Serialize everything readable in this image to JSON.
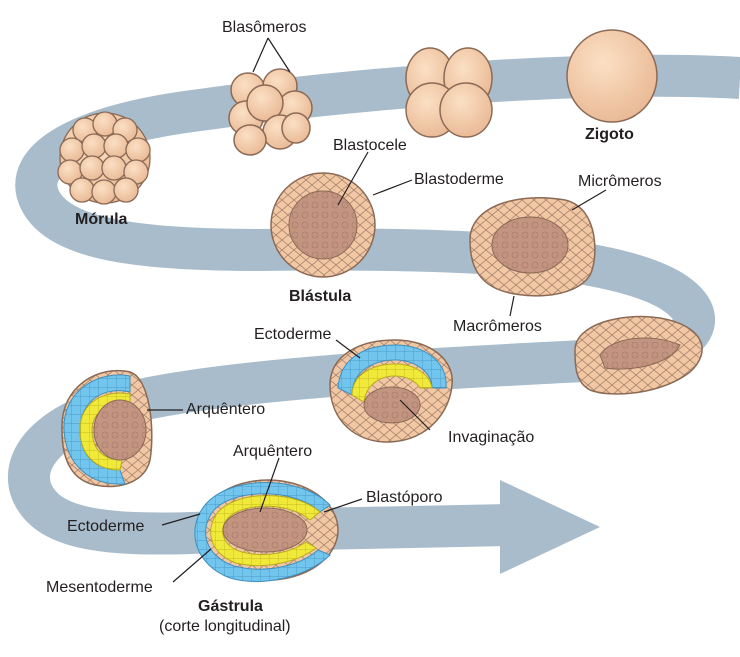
{
  "labels": {
    "blastomeros": "Blasômeros",
    "zigoto": "Zigoto",
    "morula": "Mórula",
    "blastocele": "Blastocele",
    "blastoderme": "Blastoderme",
    "micromeros": "Micrômeros",
    "blastula": "Blástula",
    "macromeros": "Macrômeros",
    "ectoderme_top": "Ectoderme",
    "arquentero_left": "Arquêntero",
    "invaginacao": "Invaginação",
    "arquentero_bottom": "Arquêntero",
    "blastoporo": "Blastóporo",
    "ectoderme_bottom": "Ectoderme",
    "mesentoderme": "Mesentoderme",
    "gastrula": "Gástrula",
    "gastrula_sub": "(corte longitudinal)"
  },
  "colors": {
    "path": "#a8bccb",
    "cell_fill": "#f5cdaa",
    "cell_stroke": "#8b6a55",
    "interior": "#c59a82",
    "ectoderm": "#6ec3ea",
    "mesentoderm": "#f2ea2e"
  }
}
